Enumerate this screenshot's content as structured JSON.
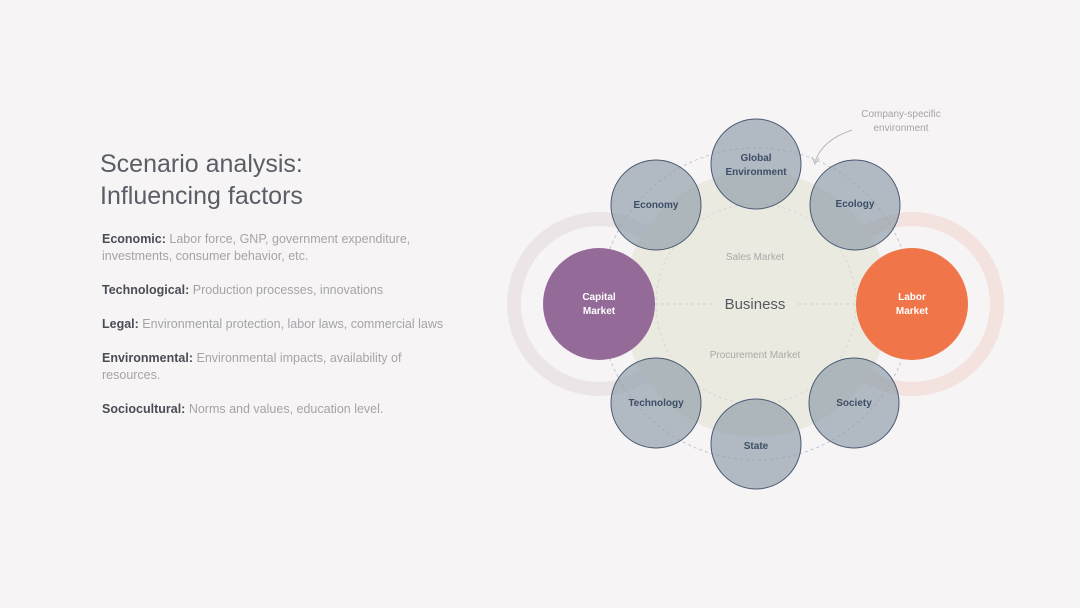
{
  "slide": {
    "title_line1": "Scenario analysis:",
    "title_line2": "Influencing factors"
  },
  "factors": [
    {
      "label": "Economic:",
      "text": "Labor force, GNP, government expenditure, investments, consumer behavior, etc."
    },
    {
      "label": "Technological:",
      "text": "Production processes, innovations"
    },
    {
      "label": "Legal:",
      "text": "Environmental protection, labor laws, commercial laws"
    },
    {
      "label": "Environmental:",
      "text": "Environmental impacts, availability of resources."
    },
    {
      "label": "Sociocultural:",
      "text": "Norms and values, education level."
    }
  ],
  "diagram": {
    "center_label": "Business",
    "sales_market": "Sales Market",
    "procurement_market": "Procurement Market",
    "annotation_line1": "Company-specific",
    "annotation_line2": "environment",
    "capital_market": {
      "line1": "Capital",
      "line2": "Market",
      "color": "#946a98"
    },
    "labor_market": {
      "line1": "Labor",
      "line2": "Market",
      "color": "#f0764a"
    },
    "factor_nodes": {
      "global_line1": "Global",
      "global_line2": "Environment",
      "economy": "Economy",
      "ecology": "Ecology",
      "technology": "Technology",
      "society": "Society",
      "state": "State"
    },
    "colors": {
      "background": "#f7f4f5",
      "inner_area": "#ebeae1",
      "node_fill": "#8f9ea9",
      "node_stroke": "#4a5a73",
      "node_text": "#3e4d66"
    }
  }
}
